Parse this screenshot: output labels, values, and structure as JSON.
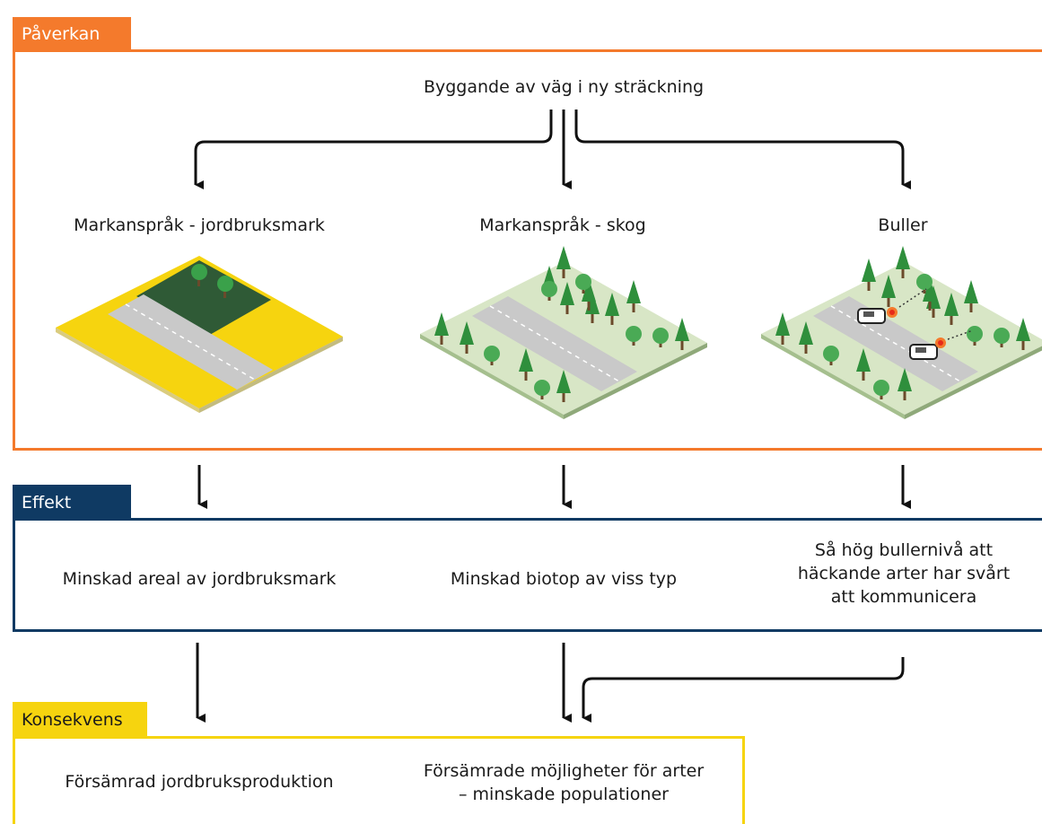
{
  "sections": {
    "paverkan": {
      "label": "Påverkan",
      "source": "Byggande av väg i ny sträckning",
      "items": [
        "Markanspråk - jordbruksmark",
        "Markanspråk - skog",
        "Buller"
      ]
    },
    "effekt": {
      "label": "Effekt",
      "items": [
        "Minskad areal av jordbruksmark",
        "Minskad biotop av viss typ",
        "Så hög bullernivå att",
        "häckande arter har svårt",
        "att kommunicera"
      ]
    },
    "konsekvens": {
      "label": "Konsekvens",
      "items": [
        "Försämrad jordbruksproduktion",
        "Försämrade möjligheter för arter",
        "– minskade populationer"
      ]
    }
  },
  "colors": {
    "paverkan": "#f47a2c",
    "effekt": "#0f3a63",
    "konsekvens": "#f6d40f",
    "road": "#c9c9c9",
    "field": "#f6d40f",
    "forest_ground": "#d8e6c6",
    "tree": "#2f8f3c",
    "dark_field": "#2f5a36"
  },
  "icons": [
    "tree-icon",
    "car-icon",
    "noise-icon"
  ]
}
